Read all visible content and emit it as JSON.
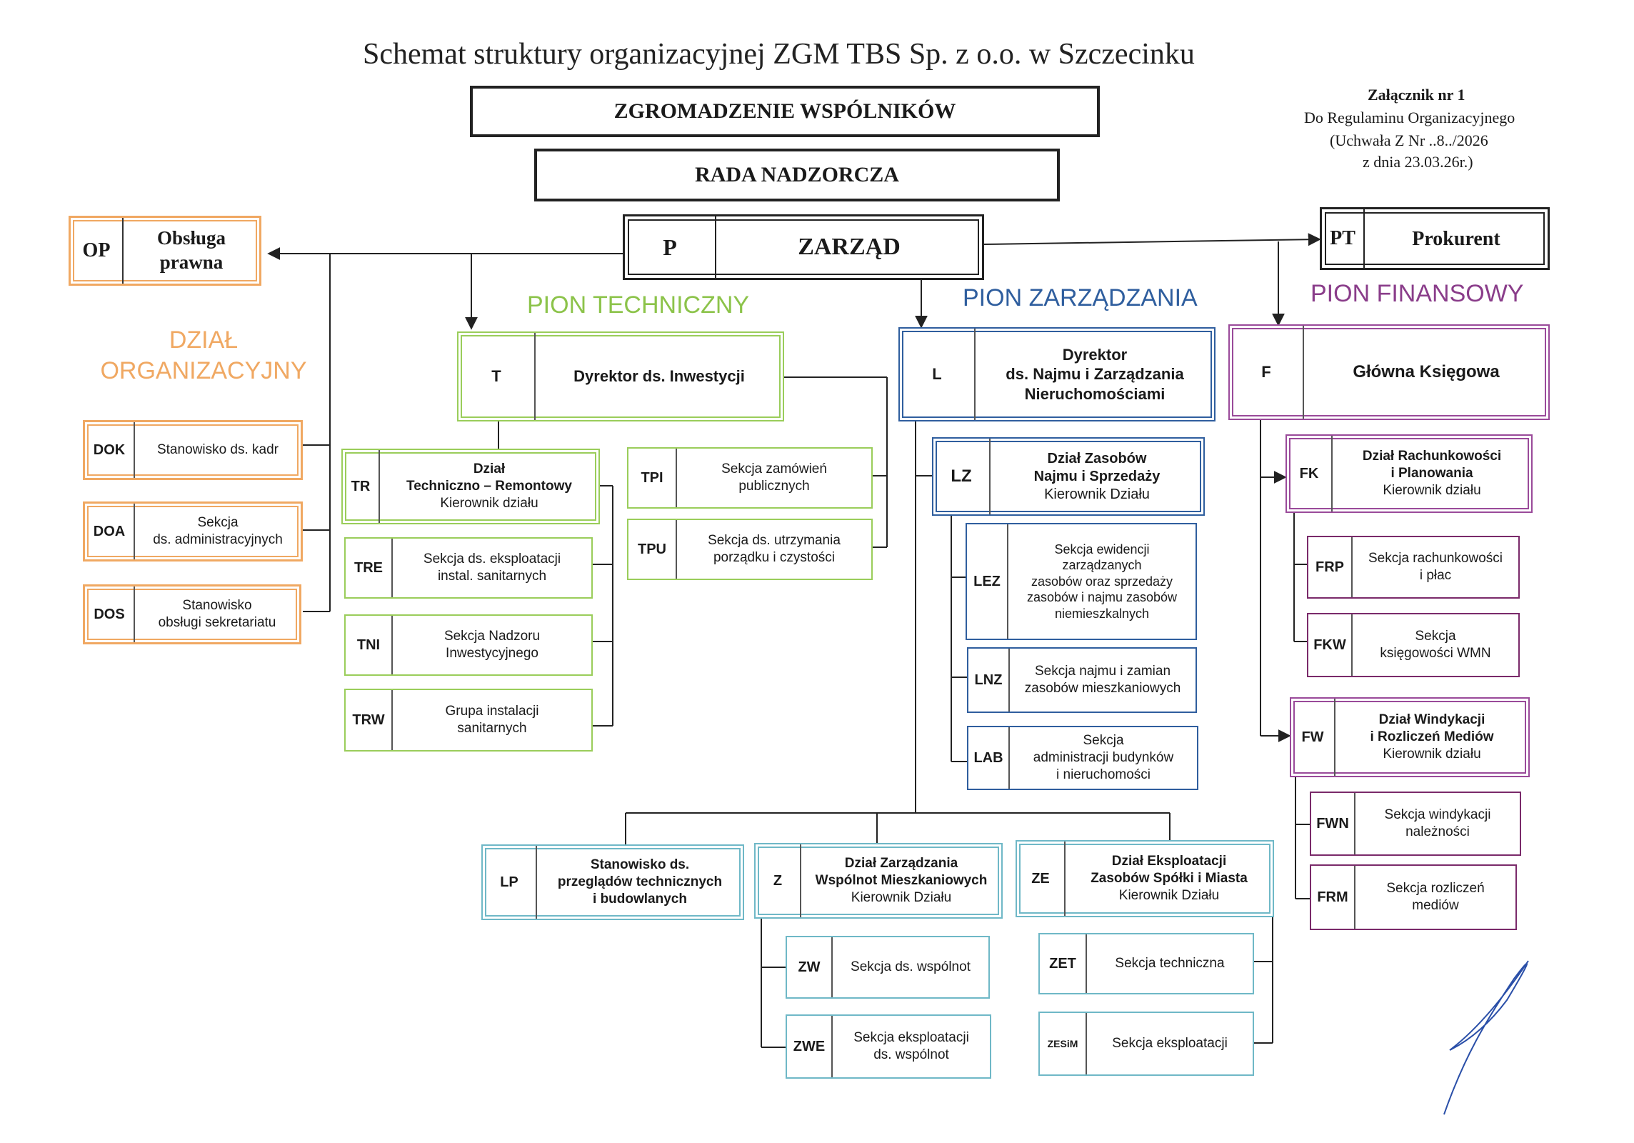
{
  "title": "Schemat struktury organizacyjnej ZGM TBS Sp. z o.o. w Szczecinku",
  "annex": {
    "line1": "Załącznik nr 1",
    "line2": "Do Regulaminu Organizacyjnego",
    "line3": "(Uchwała Z Nr ..8../2026",
    "line4": "z dnia 23.03.26r.)"
  },
  "top": {
    "assembly": "ZGROMADZENIE WSPÓLNIKÓW",
    "board": "RADA NADZORCZA",
    "management": {
      "code": "P",
      "label": "ZARZĄD"
    },
    "legal": {
      "code": "OP",
      "line1": "Obsługa",
      "line2": "prawna"
    },
    "proxy": {
      "code": "PT",
      "label": "Prokurent"
    }
  },
  "divisions": {
    "org": {
      "line1": "DZIAŁ",
      "line2": "ORGANIZACYJNY"
    },
    "tech": "PION TECHNICZNY",
    "mgmt": "PION ZARZĄDZANIA",
    "fin": "PION FINANSOWY"
  },
  "org_units": [
    {
      "code": "DOK",
      "lines": [
        "Stanowisko ds. kadr"
      ]
    },
    {
      "code": "DOA",
      "lines": [
        "Sekcja",
        "ds. administracyjnych"
      ]
    },
    {
      "code": "DOS",
      "lines": [
        "Stanowisko",
        "obsługi sekretariatu"
      ]
    }
  ],
  "tech": {
    "head": {
      "code": "T",
      "lines": [
        "Dyrektor ds. Inwestycji"
      ]
    },
    "tr": {
      "code": "TR",
      "lines": [
        "Dział",
        "Techniczno – Remontowy",
        "Kierownik działu"
      ]
    },
    "tre": {
      "code": "TRE",
      "lines": [
        "Sekcja ds. eksploatacji",
        "instal. sanitarnych"
      ]
    },
    "tni": {
      "code": "TNI",
      "lines": [
        "Sekcja Nadzoru",
        "Inwestycyjnego"
      ]
    },
    "trw": {
      "code": "TRW",
      "lines": [
        "Grupa instalacji",
        "sanitarnych"
      ]
    },
    "tpi": {
      "code": "TPI",
      "lines": [
        "Sekcja zamówień",
        "publicznych"
      ]
    },
    "tpu": {
      "code": "TPU",
      "lines": [
        "Sekcja ds. utrzymania",
        "porządku i czystości"
      ]
    }
  },
  "mgmt": {
    "head": {
      "code": "L",
      "lines": [
        "Dyrektor",
        "ds. Najmu i Zarządzania",
        "Nieruchomościami"
      ]
    },
    "lz": {
      "code": "LZ",
      "lines": [
        "Dział Zasobów",
        "Najmu i Sprzedaży",
        "Kierownik Działu"
      ]
    },
    "lez": {
      "code": "LEZ",
      "lines": [
        "Sekcja ewidencji",
        "zarządzanych",
        "zasobów oraz sprzedaży",
        "zasobów i najmu zasobów",
        "niemieszkalnych"
      ]
    },
    "lnz": {
      "code": "LNZ",
      "lines": [
        "Sekcja najmu i zamian",
        "zasobów mieszkaniowych"
      ]
    },
    "lab": {
      "code": "LAB",
      "lines": [
        "Sekcja",
        "administracji budynków",
        "i nieruchomości"
      ]
    },
    "lp": {
      "code": "LP",
      "lines": [
        "Stanowisko ds.",
        "przeglądów technicznych",
        "i budowlanych"
      ]
    },
    "z": {
      "code": "Z",
      "lines": [
        "Dział Zarządzania",
        "Wspólnot Mieszkaniowych",
        "Kierownik Działu"
      ]
    },
    "zw": {
      "code": "ZW",
      "lines": [
        "Sekcja ds. wspólnot"
      ]
    },
    "zwe": {
      "code": "ZWE",
      "lines": [
        "Sekcja eksploatacji",
        "ds. wspólnot"
      ]
    },
    "ze": {
      "code": "ZE",
      "lines": [
        "Dział Eksploatacji",
        "Zasobów Spółki i Miasta",
        "Kierownik Działu"
      ]
    },
    "zet": {
      "code": "ZET",
      "lines": [
        "Sekcja techniczna"
      ]
    },
    "zesim": {
      "code": "ZESiM",
      "lines": [
        "Sekcja eksploatacji"
      ]
    }
  },
  "fin": {
    "head": {
      "code": "F",
      "lines": [
        "Główna Księgowa"
      ]
    },
    "fk": {
      "code": "FK",
      "lines": [
        "Dział Rachunkowości",
        "i Planowania",
        "Kierownik działu"
      ]
    },
    "frp": {
      "code": "FRP",
      "lines": [
        "Sekcja rachunkowości",
        "i płac"
      ]
    },
    "fkw": {
      "code": "FKW",
      "lines": [
        "Sekcja",
        "księgowości WMN"
      ]
    },
    "fw": {
      "code": "FW",
      "lines": [
        "Dział Windykacji",
        "i Rozliczeń Mediów",
        "Kierownik działu"
      ]
    },
    "fwn": {
      "code": "FWN",
      "lines": [
        "Sekcja windykacji",
        "należności"
      ]
    },
    "frm": {
      "code": "FRM",
      "lines": [
        "Sekcja rozliczeń",
        "mediów"
      ]
    }
  },
  "colors": {
    "org": "#f0a862",
    "tech": "#9acd5a",
    "mgmt": "#2f5e9e",
    "mgmt_light": "#6fb8c7",
    "fin": "#9a4a9a",
    "top": "#222222"
  }
}
